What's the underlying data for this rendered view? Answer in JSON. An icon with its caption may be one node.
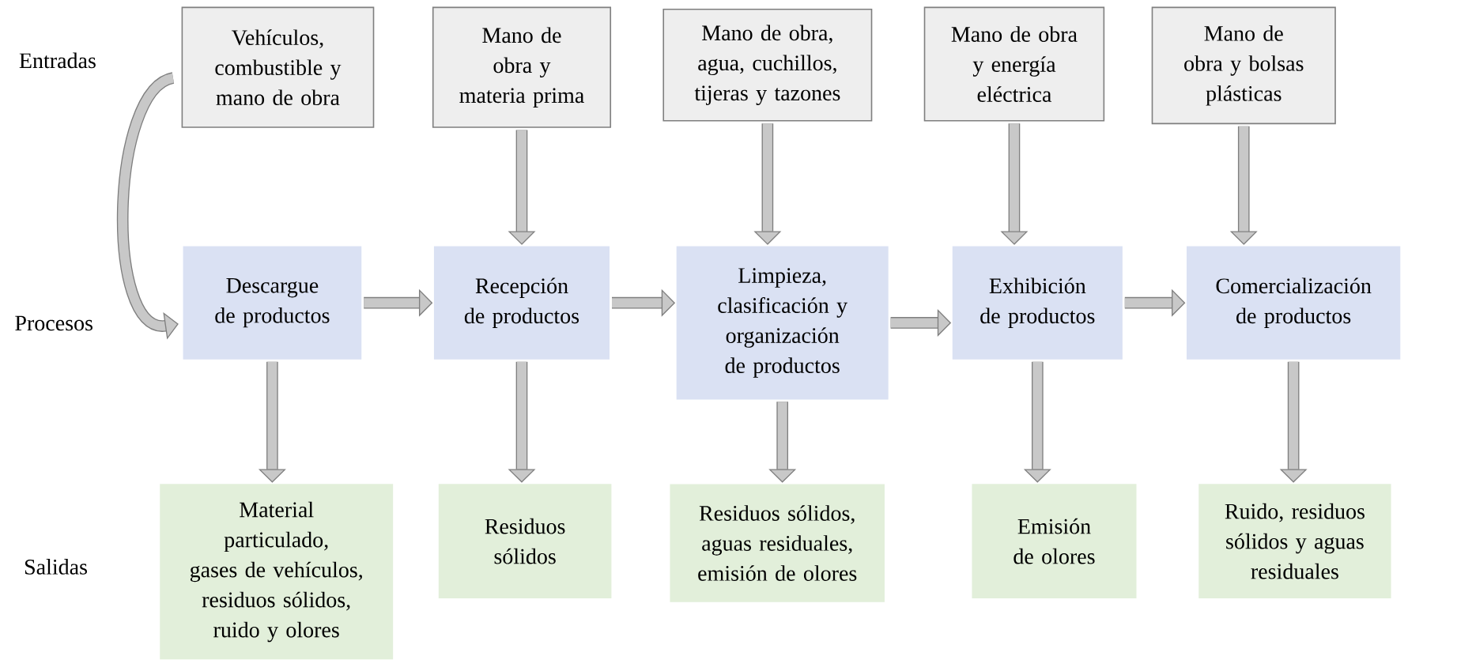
{
  "diagram": {
    "nodes": [
      {
        "text": [
          "Vehículos, combustible y mano de obra"
        ]
      },
      {
        "text": [
          "Mano de obra y materia prima"
        ]
      },
      {
        "text": [
          "Mano de obra, agua, cuchillos, tijeras y tazones"
        ]
      },
      {
        "text": [
          "Mano de obra y energía eléctrica"
        ]
      },
      {
        "text": [
          "Mano de obra y bolsas plásticas"
        ]
      },
      {
        "text": [
          "Descargue de productos"
        ]
      },
      {
        "text": [
          "Recepción de productos"
        ]
      },
      {
        "text": [
          "Limpieza, clasificación y organización de productos"
        ]
      },
      {
        "text": [
          "Exhibición de productos"
        ]
      },
      {
        "text": [
          "Comercialización de productos"
        ]
      },
      {
        "text": [
          "Material particulado, gases de vehículos, residuos sólidos, ruido y olores"
        ]
      },
      {
        "text": [
          "Residuos sólidos"
        ]
      },
      {
        "text": [
          "Residuos sólidos, aguas residuales, emisión de olores"
        ]
      },
      {
        "text": [
          "Emisión de olores"
        ]
      },
      {
        "text": [
          "Ruido, residuos sólidos y aguas residuales"
        ]
      }
    ],
    "edges": [
      {
        "from": 0,
        "to": 5,
        "arrow": "to"
      },
      {
        "from": 1,
        "to": 6,
        "arrow": "to"
      },
      {
        "from": 2,
        "to": 7,
        "arrow": "to"
      },
      {
        "from": 3,
        "to": 8,
        "arrow": "to"
      },
      {
        "from": 4,
        "to": 9,
        "arrow": "to"
      },
      {
        "from": 5,
        "to": 6,
        "arrow": "to"
      },
      {
        "from": 6,
        "to": 7,
        "arrow": "to"
      },
      {
        "from": 7,
        "to": 8,
        "arrow": "to"
      },
      {
        "from": 8,
        "to": 9,
        "arrow": "to"
      },
      {
        "from": 5,
        "to": 10,
        "arrow": "to"
      },
      {
        "from": 6,
        "to": 11,
        "arrow": "to"
      },
      {
        "from": 7,
        "to": 12,
        "arrow": "to"
      },
      {
        "from": 8,
        "to": 13,
        "arrow": "to"
      },
      {
        "from": 9,
        "to": 14,
        "arrow": "to"
      }
    ],
    "labels": [
      "Entradas",
      "Procesos",
      "Salidas"
    ]
  }
}
